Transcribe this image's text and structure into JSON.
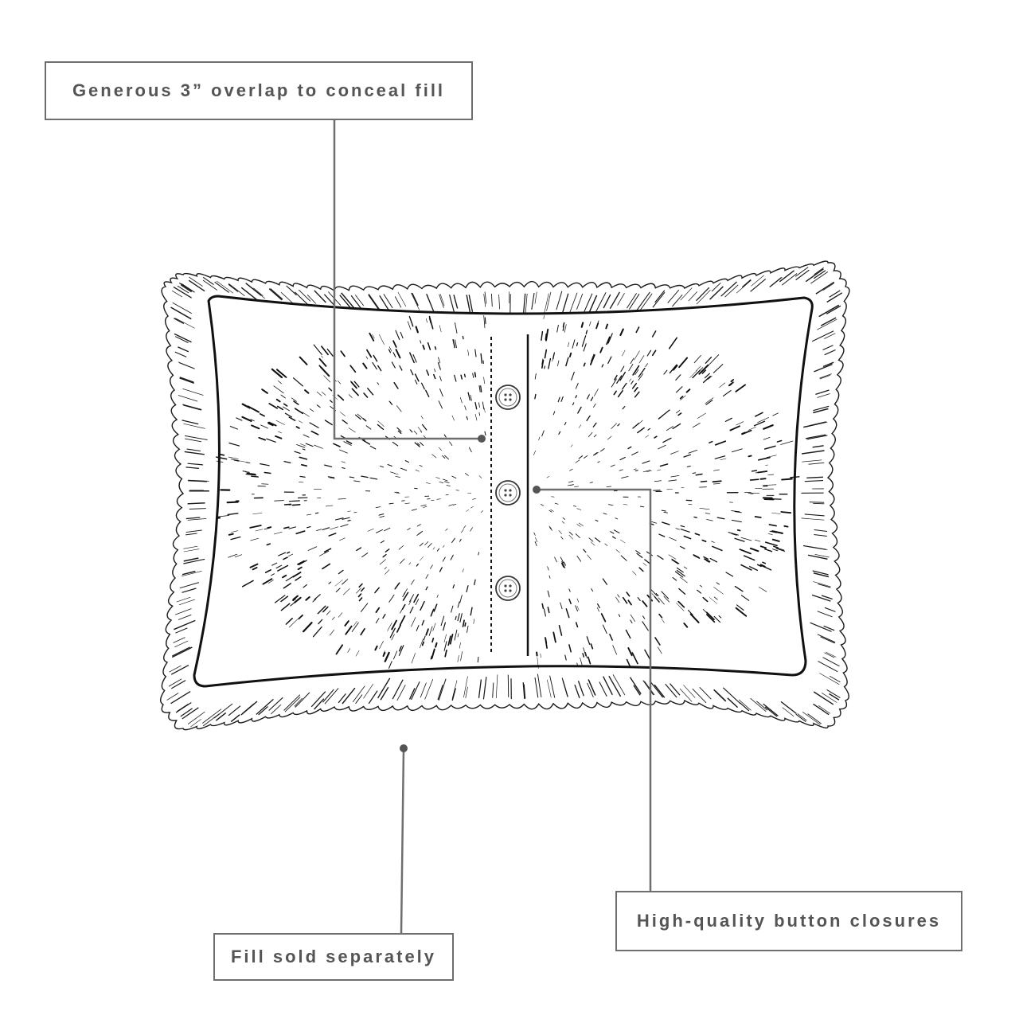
{
  "callouts": {
    "overlap": "Generous 3” overlap to conceal  fill",
    "closures": "High-quality button closures",
    "fill": "Fill sold separately"
  },
  "colors": {
    "line": "#6e6e6e",
    "text": "#555555",
    "ink": "#111111",
    "background": "#ffffff"
  },
  "illustration": {
    "subject": "ruffled rectangular pillow sham, back view",
    "button_count": 3,
    "icons": [
      "button-icon"
    ]
  }
}
